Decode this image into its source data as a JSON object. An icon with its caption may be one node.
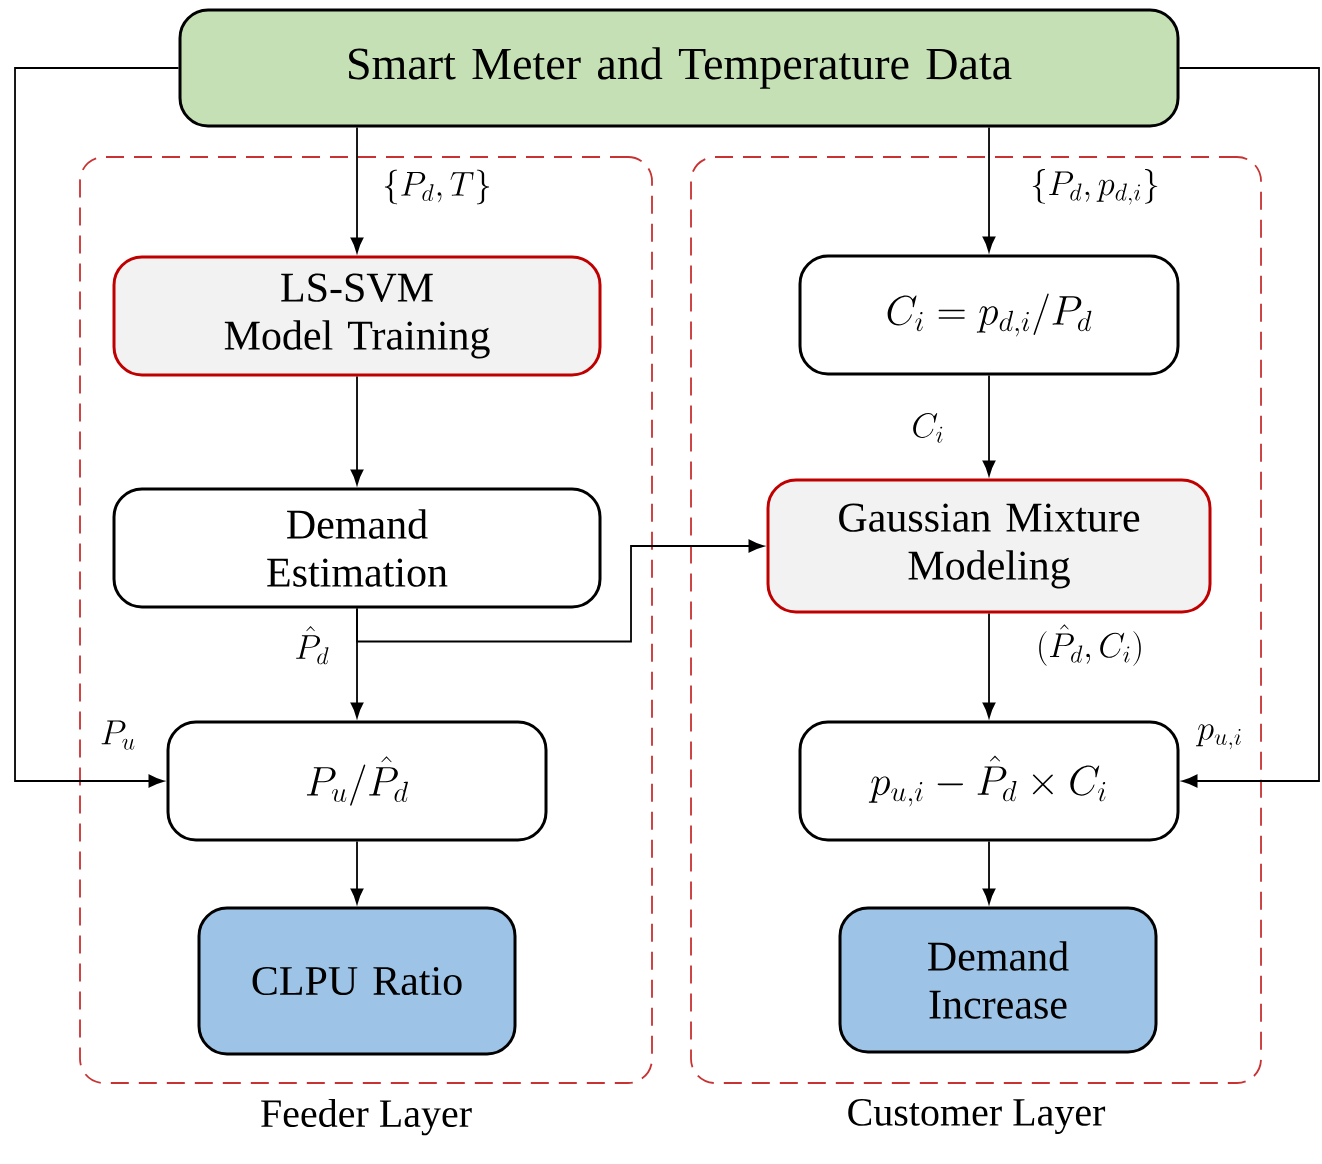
{
  "diagram": {
    "nodes": [
      {
        "text": [
          "Smart Meter and Temperature Data"
        ]
      },
      {
        "text": [
          "Feeder Layer"
        ]
      },
      {
        "text": [
          "LS-SVM Model Training"
        ],
        "in": 1
      },
      {
        "text": [
          "Demand Estimation"
        ],
        "in": 1
      },
      {
        "text": [
          "P_u/\\hat{P}_d"
        ],
        "in": 1
      },
      {
        "text": [
          "CLPU Ratio"
        ],
        "in": 1
      },
      {
        "text": [
          "Customer Layer"
        ]
      },
      {
        "text": [
          "C_i = p_{d,i}/P_d"
        ],
        "in": 6
      },
      {
        "text": [
          "Gaussian Mixture Modeling"
        ],
        "in": 6
      },
      {
        "text": [
          "p_{u,i} - \\hat{P}_d \\times C_i"
        ],
        "in": 6
      },
      {
        "text": [
          "Demand Increase"
        ],
        "in": 6
      }
    ],
    "edges": [
      {
        "from": 0,
        "to": 2,
        "arrow": "to",
        "label": "\\{P_d, T\\}"
      },
      {
        "from": 2,
        "to": 3,
        "arrow": "to"
      },
      {
        "from": 3,
        "to": 4,
        "arrow": "to",
        "label": "\\hat{P}_d"
      },
      {
        "from": 3,
        "to": 8,
        "arrow": "to"
      },
      {
        "from": 0,
        "to": 4,
        "arrow": "to",
        "label": "P_u"
      },
      {
        "from": 0,
        "to": 7,
        "arrow": "to",
        "label": "\\{P_d, p_{d,i}\\}"
      },
      {
        "from": 7,
        "to": 8,
        "arrow": "to",
        "label": "C_i"
      },
      {
        "from": 8,
        "to": 9,
        "arrow": "to",
        "label": "(\\hat{P}_d, C_i)"
      },
      {
        "from": 0,
        "to": 9,
        "arrow": "to",
        "label": "p_{u,i}"
      },
      {
        "from": 4,
        "to": 5,
        "arrow": "to"
      },
      {
        "from": 9,
        "to": 10,
        "arrow": "to"
      }
    ]
  }
}
